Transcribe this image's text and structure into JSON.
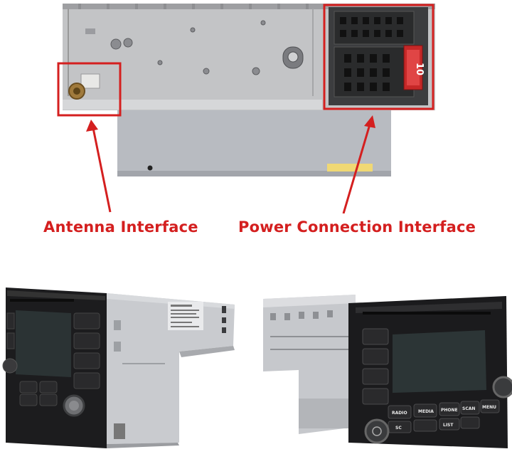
{
  "callouts": {
    "antenna": "Antenna Interface",
    "power": "Power Connection Interface"
  },
  "connector_fuse": {
    "rating": "10"
  },
  "radio_buttons": {
    "radio": "RADIO",
    "media": "MEDIA",
    "phone": "PHONE",
    "scan": "SCAN",
    "menu": "MENU",
    "list": "LIST",
    "sc": "SC"
  },
  "colors": {
    "callout": "#d41f1f",
    "chassis": "#b9bcc2",
    "faceplate": "#1c1c1e",
    "display": "#2b3334"
  },
  "icons": [
    "antenna-connector-icon",
    "power-connector-icon",
    "power-knob-icon"
  ]
}
